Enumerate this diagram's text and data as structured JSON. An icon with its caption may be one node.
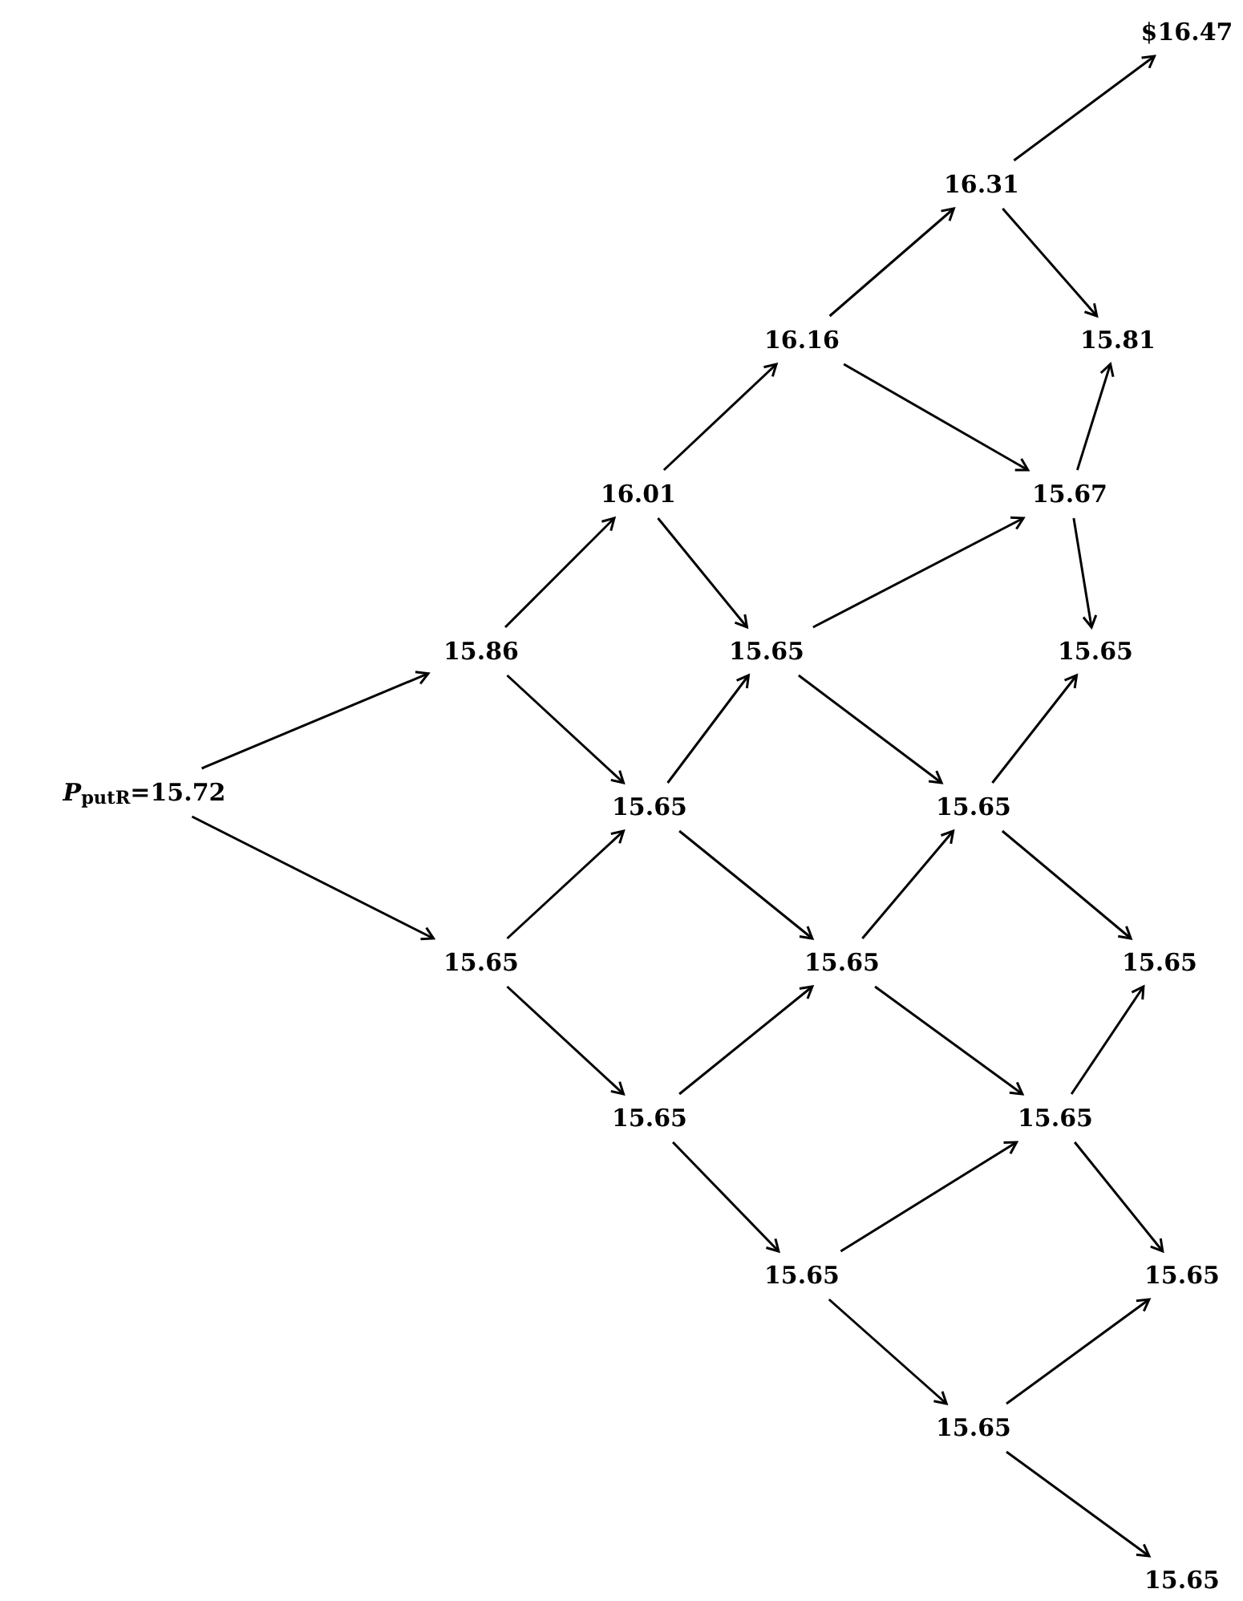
{
  "diagram": {
    "nodes": [
      {
        "text": [
          "$16.47"
        ]
      },
      {
        "text": [
          "16.31"
        ]
      },
      {
        "text": [
          "16.16"
        ]
      },
      {
        "text": [
          "15.81"
        ]
      },
      {
        "text": [
          "16.01"
        ]
      },
      {
        "text": [
          "15.67"
        ]
      },
      {
        "text": [
          "15.86"
        ]
      },
      {
        "text": [
          "15.65"
        ]
      },
      {
        "text": [
          "15.65"
        ]
      },
      {
        "text": [
          "*P*$_{put}$$_{R}$=15.72"
        ]
      },
      {
        "text": [
          "15.65"
        ]
      },
      {
        "text": [
          "15.65"
        ]
      },
      {
        "text": [
          "15.65"
        ]
      },
      {
        "text": [
          "15.65"
        ]
      },
      {
        "text": [
          "15.65"
        ]
      },
      {
        "text": [
          "15.65"
        ]
      },
      {
        "text": [
          "15.65"
        ]
      },
      {
        "text": [
          "15.65"
        ]
      },
      {
        "text": [
          "15.65"
        ]
      },
      {
        "text": [
          "15.65"
        ]
      },
      {
        "text": [
          "15.65"
        ]
      }
    ],
    "edges": [
      {
        "from": 9,
        "to": 6,
        "arrow": "to"
      },
      {
        "from": 9,
        "to": 12,
        "arrow": "to"
      },
      {
        "from": 6,
        "to": 4,
        "arrow": "to"
      },
      {
        "from": 6,
        "to": 10,
        "arrow": "to"
      },
      {
        "from": 12,
        "to": 10,
        "arrow": "to"
      },
      {
        "from": 12,
        "to": 15,
        "arrow": "to"
      },
      {
        "from": 4,
        "to": 2,
        "arrow": "to"
      },
      {
        "from": 4,
        "to": 7,
        "arrow": "to"
      },
      {
        "from": 10,
        "to": 7,
        "arrow": "to"
      },
      {
        "from": 10,
        "to": 13,
        "arrow": "to"
      },
      {
        "from": 15,
        "to": 13,
        "arrow": "to"
      },
      {
        "from": 15,
        "to": 17,
        "arrow": "to"
      },
      {
        "from": 2,
        "to": 1,
        "arrow": "to"
      },
      {
        "from": 2,
        "to": 5,
        "arrow": "to"
      },
      {
        "from": 7,
        "to": 5,
        "arrow": "to"
      },
      {
        "from": 7,
        "to": 11,
        "arrow": "to"
      },
      {
        "from": 13,
        "to": 11,
        "arrow": "to"
      },
      {
        "from": 13,
        "to": 16,
        "arrow": "to"
      },
      {
        "from": 17,
        "to": 16,
        "arrow": "to"
      },
      {
        "from": 17,
        "to": 19,
        "arrow": "to"
      },
      {
        "from": 1,
        "to": 0,
        "arrow": "to"
      },
      {
        "from": 1,
        "to": 3,
        "arrow": "to"
      },
      {
        "from": 5,
        "to": 3,
        "arrow": "to"
      },
      {
        "from": 5,
        "to": 8,
        "arrow": "to"
      },
      {
        "from": 11,
        "to": 8,
        "arrow": "to"
      },
      {
        "from": 11,
        "to": 14,
        "arrow": "to"
      },
      {
        "from": 16,
        "to": 14,
        "arrow": "to"
      },
      {
        "from": 16,
        "to": 18,
        "arrow": "to"
      },
      {
        "from": 19,
        "to": 18,
        "arrow": "to"
      },
      {
        "from": 19,
        "to": 20,
        "arrow": "to"
      }
    ]
  }
}
